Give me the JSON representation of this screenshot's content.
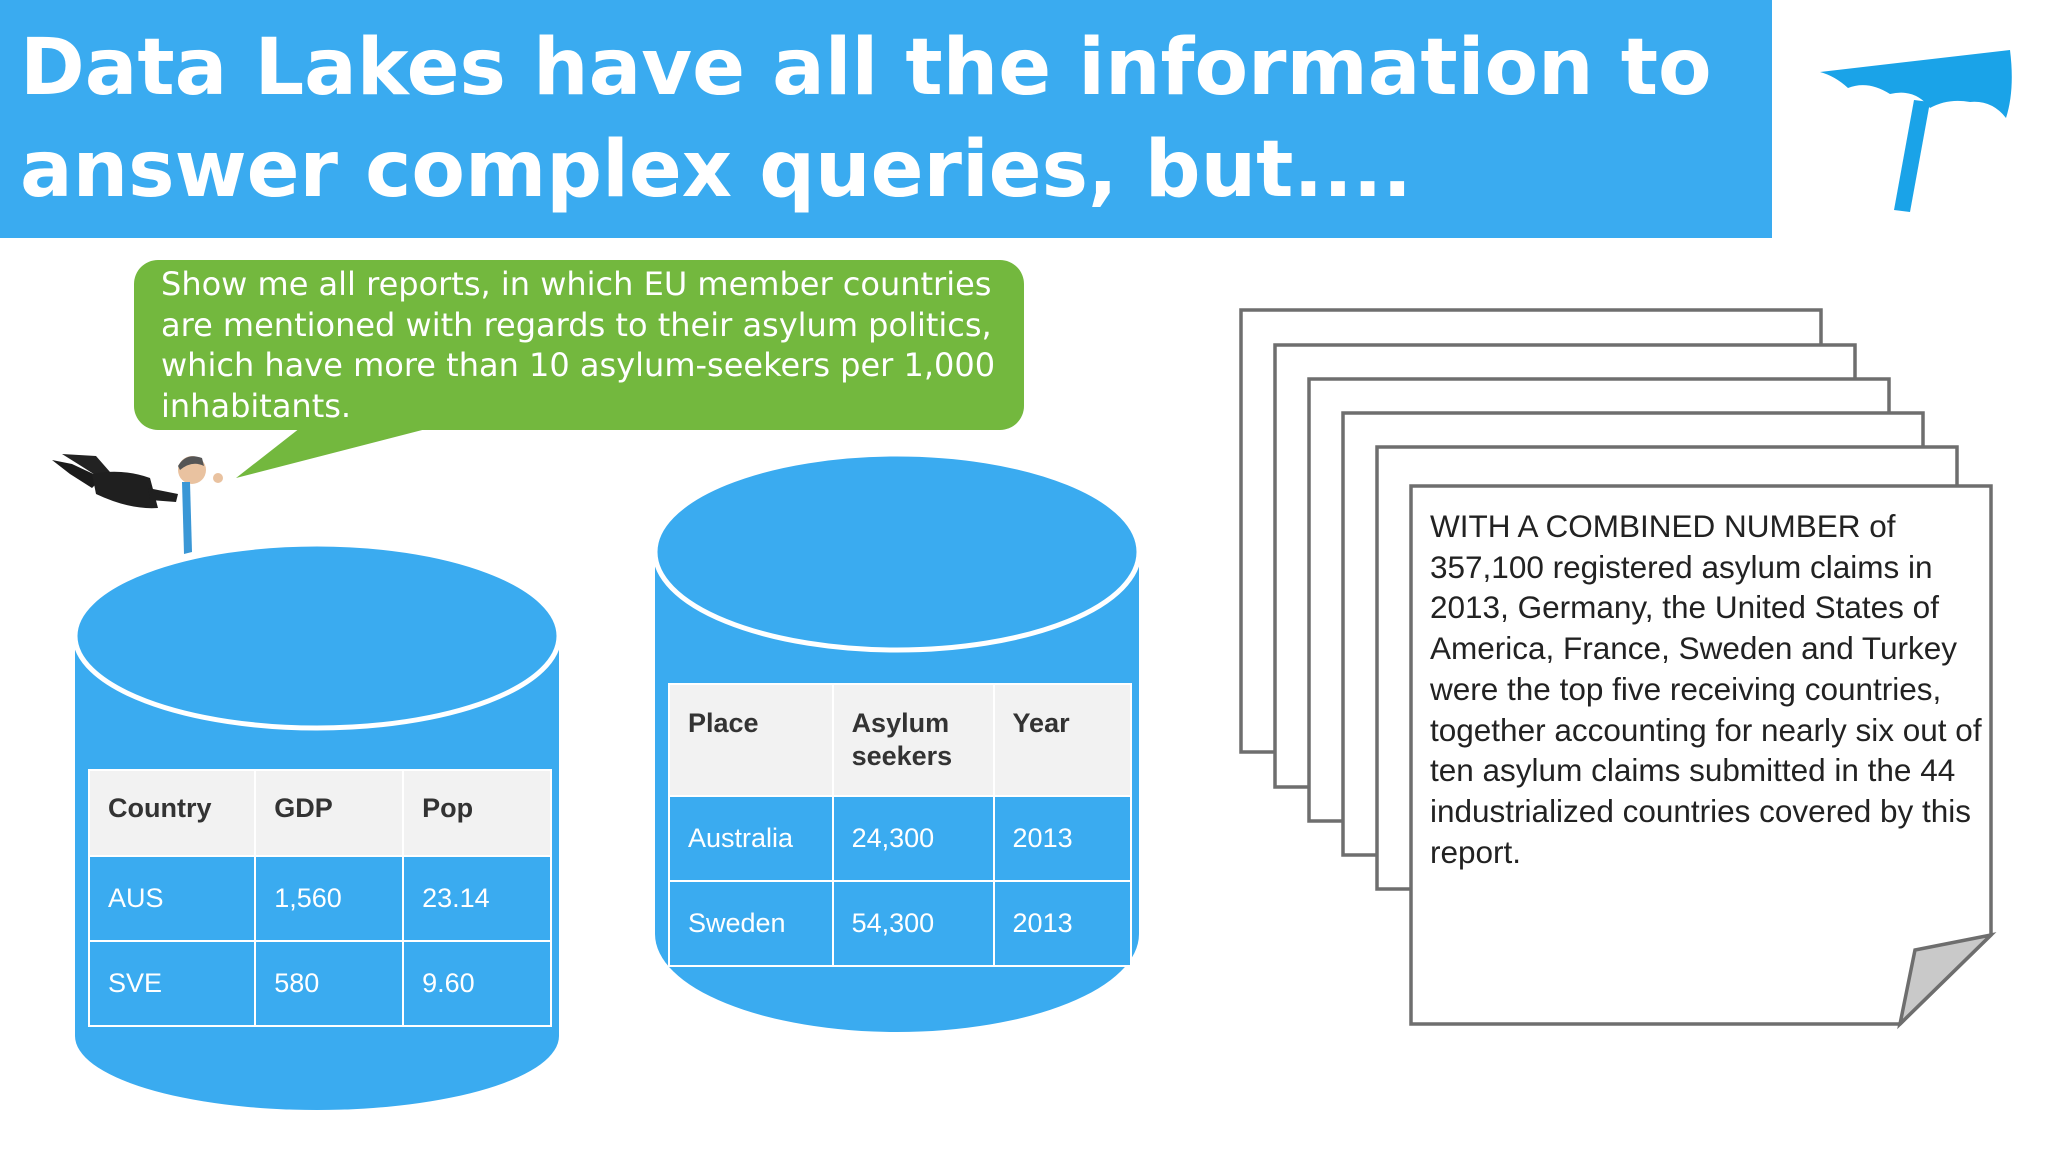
{
  "title": {
    "line1": "Data Lakes have all the information to",
    "line2": "answer complex queries, but...."
  },
  "logo": {
    "icon": "umbrella-icon",
    "color": "#1aa3e8"
  },
  "speech_bubble": {
    "text": "Show me all reports, in which EU member countries are mentioned with regards to their asylum politics, which have more than 10 asylum-seekers per 1,000 inhabitants.",
    "color": "#73b83e"
  },
  "database_1": {
    "headers": [
      "Country",
      "GDP",
      "Pop"
    ],
    "rows": [
      [
        "AUS",
        "1,560",
        "23.14"
      ],
      [
        "SVE",
        "580",
        "9.60"
      ]
    ]
  },
  "database_2": {
    "headers": [
      "Place",
      "Asylum seekers",
      "Year"
    ],
    "rows": [
      [
        "Australia",
        "24,300",
        "2013"
      ],
      [
        "Sweden",
        "54,300",
        "2013"
      ]
    ]
  },
  "document": {
    "text": "WITH A COMBINED NUMBER of 357,100 registered asylum claims in 2013, Germany, the United States of America, France, Sweden and Turkey were the top five receiving countries, together accounting for nearly six out of ten asylum claims submitted in the 44 industrialized countries covered by this report."
  },
  "colors": {
    "title_bar": "#3aabf0",
    "cylinder": "#3aabf0",
    "header_row": "#f2f2f2"
  }
}
